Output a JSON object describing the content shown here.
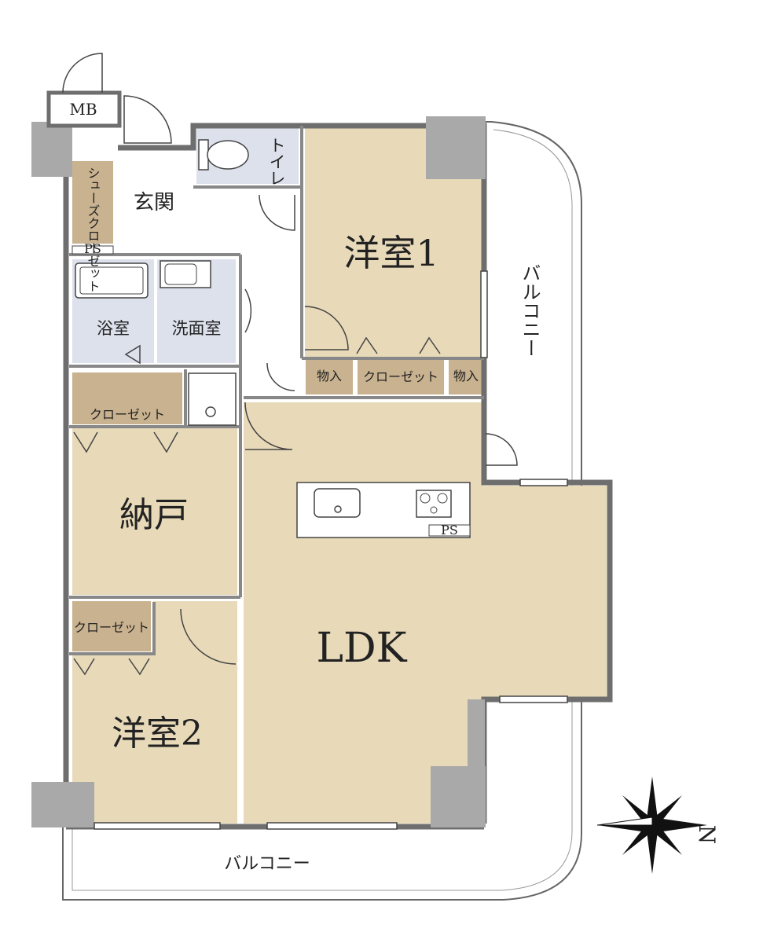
{
  "rooms": {
    "mb": "MB",
    "toilet": "トイレ",
    "genkan": "玄関",
    "shoes_closet": "シューズクローゼット",
    "ps1": "PS",
    "bath": "浴室",
    "washroom": "洗面室",
    "closet_left": "クローゼット",
    "nando": "納戸",
    "youshitsu1": "洋室1",
    "storage_a": "物入",
    "closet_mid": "クローゼット",
    "storage_b": "物入",
    "ldk": "LDK",
    "ps2": "PS",
    "closet_w2": "クローゼット",
    "youshitsu2": "洋室2",
    "balcony_right": "バルコニー",
    "balcony_bottom": "バルコニー"
  },
  "compass": {
    "north_label": "N"
  },
  "colors": {
    "room_beige": "#E8DAB9",
    "storage_brown": "#C9B28F",
    "wet_blue": "#DDE1EC",
    "wall": "#6E6E6E",
    "pillar": "#A9A9A9",
    "line": "#555555"
  }
}
